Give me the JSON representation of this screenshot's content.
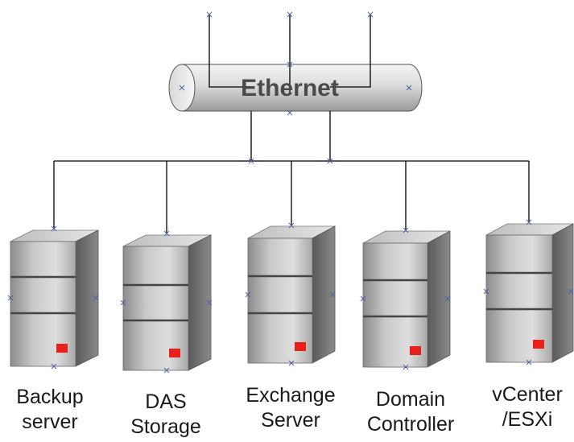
{
  "diagram": {
    "hub": {
      "label": "Ethernet"
    },
    "nodes": [
      {
        "id": "backup",
        "line1": "Backup",
        "line2": "server"
      },
      {
        "id": "das",
        "line1": "DAS",
        "line2": "Storage"
      },
      {
        "id": "exchange",
        "line1": "Exchange",
        "line2": "Server"
      },
      {
        "id": "domain",
        "line1": "Domain",
        "line2": "Controller"
      },
      {
        "id": "vcenter",
        "line1": "vCenter",
        "line2": "/ESXi"
      }
    ]
  },
  "colors": {
    "cable_light": "#f2f2f2",
    "cable_dark": "#9a9a9a",
    "server_front": "#b8b8b8",
    "server_side": "#6e6e6e",
    "server_top": "#d4d4d4",
    "led": "#e8201a",
    "line": "#000000",
    "handle": "#5060a8"
  }
}
